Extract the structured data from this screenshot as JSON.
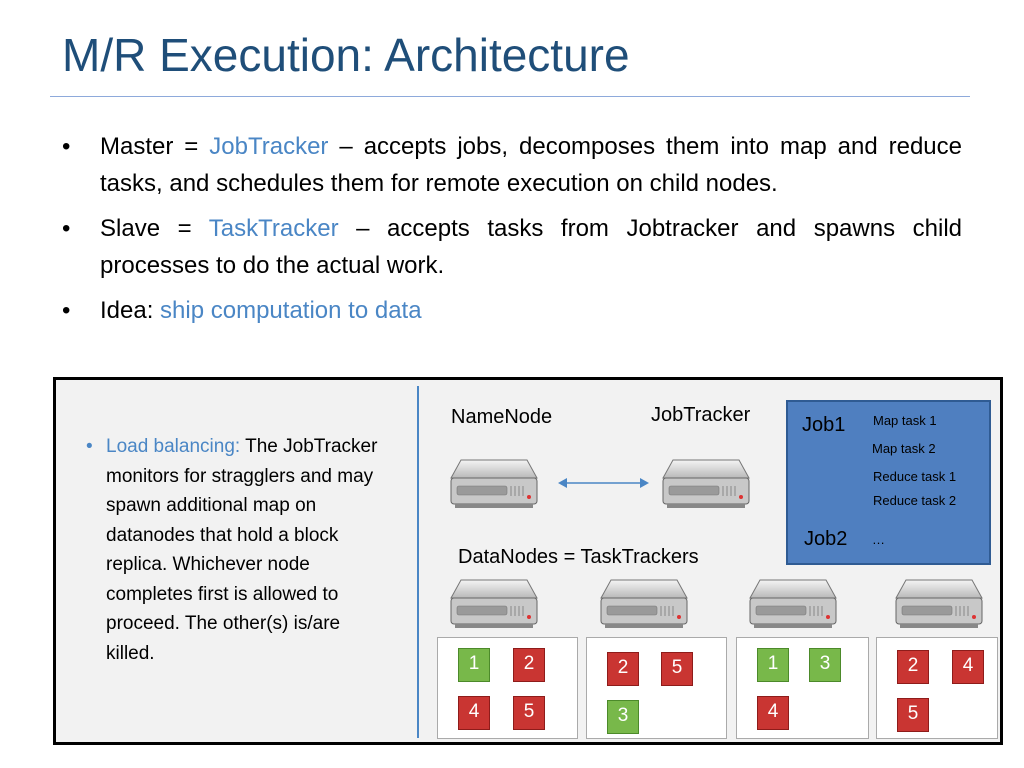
{
  "title": "M/R Execution: Architecture",
  "bullets": [
    {
      "prefix": "Master = ",
      "highlight": "JobTracker",
      "suffix": " – accepts jobs, decomposes them into map and reduce tasks, and schedules them for remote execution on child nodes."
    },
    {
      "prefix": "Slave = ",
      "highlight": "TaskTracker",
      "suffix": " – accepts tasks from Jobtracker and spawns child processes to do the actual work."
    },
    {
      "prefix": "Idea: ",
      "highlight": "ship computation to data",
      "suffix": ""
    }
  ],
  "diagram": {
    "note_highlight": "Load balancing:",
    "note_text": " The JobTracker monitors for stragglers and may spawn additional map on datanodes that hold a block replica. Whichever node completes first is allowed to proceed. The other(s) is/are killed.",
    "namenode_label": "NameNode",
    "jobtracker_label": "JobTracker",
    "datanodes_label": "DataNodes = TaskTrackers",
    "jobs": {
      "job1": "Job1",
      "job2": "Job2",
      "tasks": [
        "Map task 1",
        "Map task 2",
        "Reduce task 1",
        "Reduce task 2"
      ],
      "ellipsis": "…"
    },
    "nodes": [
      {
        "blocks": [
          {
            "n": "1",
            "color": "green"
          },
          {
            "n": "2",
            "color": "red"
          },
          {
            "n": "4",
            "color": "red"
          },
          {
            "n": "5",
            "color": "red"
          }
        ]
      },
      {
        "blocks": [
          {
            "n": "2",
            "color": "red"
          },
          {
            "n": "5",
            "color": "red"
          },
          {
            "n": "3",
            "color": "green"
          }
        ]
      },
      {
        "blocks": [
          {
            "n": "1",
            "color": "green"
          },
          {
            "n": "3",
            "color": "green"
          },
          {
            "n": "4",
            "color": "red"
          }
        ]
      },
      {
        "blocks": [
          {
            "n": "2",
            "color": "red"
          },
          {
            "n": "4",
            "color": "red"
          },
          {
            "n": "5",
            "color": "red"
          }
        ]
      }
    ]
  }
}
